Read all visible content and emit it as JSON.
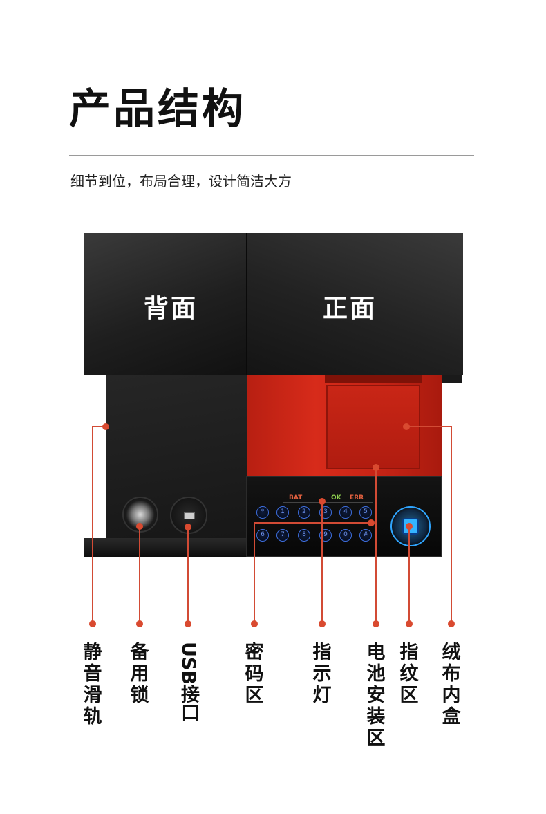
{
  "header": {
    "title": "产品结构",
    "subtitle": "细节到位，布局合理，设计简洁大方"
  },
  "product": {
    "back_label": "背面",
    "front_label": "正面",
    "indicators": {
      "bat": "BAT",
      "ok": "OK",
      "err": "ERR"
    },
    "keypad_row1": [
      "*",
      "1",
      "2",
      "3",
      "4",
      "5"
    ],
    "keypad_row2": [
      "6",
      "7",
      "8",
      "9",
      "0",
      "#"
    ]
  },
  "callouts": [
    {
      "label": "静音滑轨"
    },
    {
      "label": "备用锁"
    },
    {
      "label": "USB接口"
    },
    {
      "label": "密码区"
    },
    {
      "label": "指示灯"
    },
    {
      "label": "电池安装区"
    },
    {
      "label": "指纹区"
    },
    {
      "label": "绒布内盒"
    }
  ],
  "colors": {
    "accent": "#d94a30",
    "interior_red": "#c42315",
    "key_blue": "#3e6fe0",
    "fingerprint_blue": "#2fa5ff",
    "ok_green": "#8fd14f",
    "err_red": "#e2603f"
  }
}
